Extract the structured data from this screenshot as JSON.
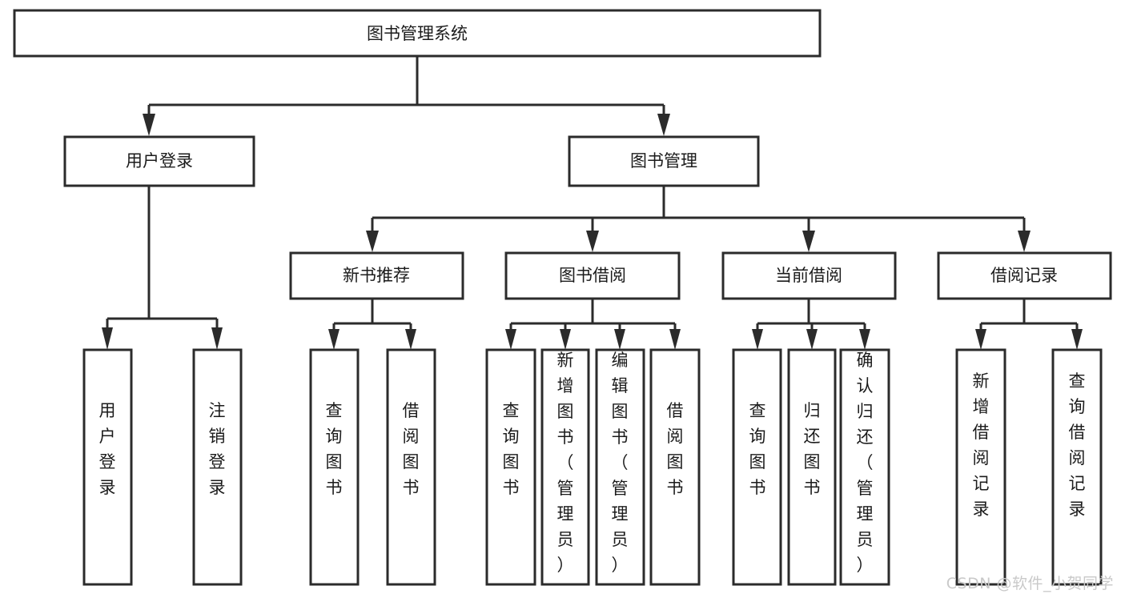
{
  "diagram": {
    "type": "hierarchy-tree",
    "title": "图书管理系统",
    "watermark": "CSDN @软件_小贺同学",
    "colors": {
      "box_stroke": "#2b2b2b",
      "box_fill": "#ffffff",
      "text": "#1b1b1b",
      "background": "#ffffff",
      "watermark": "#c9c9c9"
    },
    "levels": {
      "root": {
        "label": "图书管理系统"
      },
      "level2": [
        {
          "id": "user-login",
          "label": "用户登录"
        },
        {
          "id": "book-management",
          "label": "图书管理"
        }
      ],
      "level3": [
        {
          "id": "new-book-recommend",
          "label": "新书推荐",
          "parent": "book-management"
        },
        {
          "id": "book-borrow",
          "label": "图书借阅",
          "parent": "book-management"
        },
        {
          "id": "current-borrow",
          "label": "当前借阅",
          "parent": "book-management"
        },
        {
          "id": "borrow-records",
          "label": "借阅记录",
          "parent": "book-management"
        }
      ],
      "leaves": [
        {
          "id": "leaf-user-login",
          "label": "用户登录",
          "parent": "user-login"
        },
        {
          "id": "leaf-logout",
          "label": "注销登录",
          "parent": "user-login"
        },
        {
          "id": "leaf-query-book-1",
          "label": "查询图书",
          "parent": "new-book-recommend"
        },
        {
          "id": "leaf-borrow-book-1",
          "label": "借阅图书",
          "parent": "new-book-recommend"
        },
        {
          "id": "leaf-query-book-2",
          "label": "查询图书",
          "parent": "book-borrow"
        },
        {
          "id": "leaf-add-book",
          "label": "新增图书（管理员）",
          "parent": "book-borrow"
        },
        {
          "id": "leaf-edit-book",
          "label": "编辑图书（管理员）",
          "parent": "book-borrow"
        },
        {
          "id": "leaf-borrow-book-2",
          "label": "借阅图书",
          "parent": "book-borrow"
        },
        {
          "id": "leaf-query-book-3",
          "label": "查询图书",
          "parent": "current-borrow"
        },
        {
          "id": "leaf-return-book",
          "label": "归还图书",
          "parent": "current-borrow"
        },
        {
          "id": "leaf-confirm-return",
          "label": "确认归还（管理员）",
          "parent": "current-borrow"
        },
        {
          "id": "leaf-add-record",
          "label": "新增借阅记录",
          "parent": "borrow-records"
        },
        {
          "id": "leaf-query-record",
          "label": "查询借阅记录",
          "parent": "borrow-records"
        }
      ]
    }
  }
}
